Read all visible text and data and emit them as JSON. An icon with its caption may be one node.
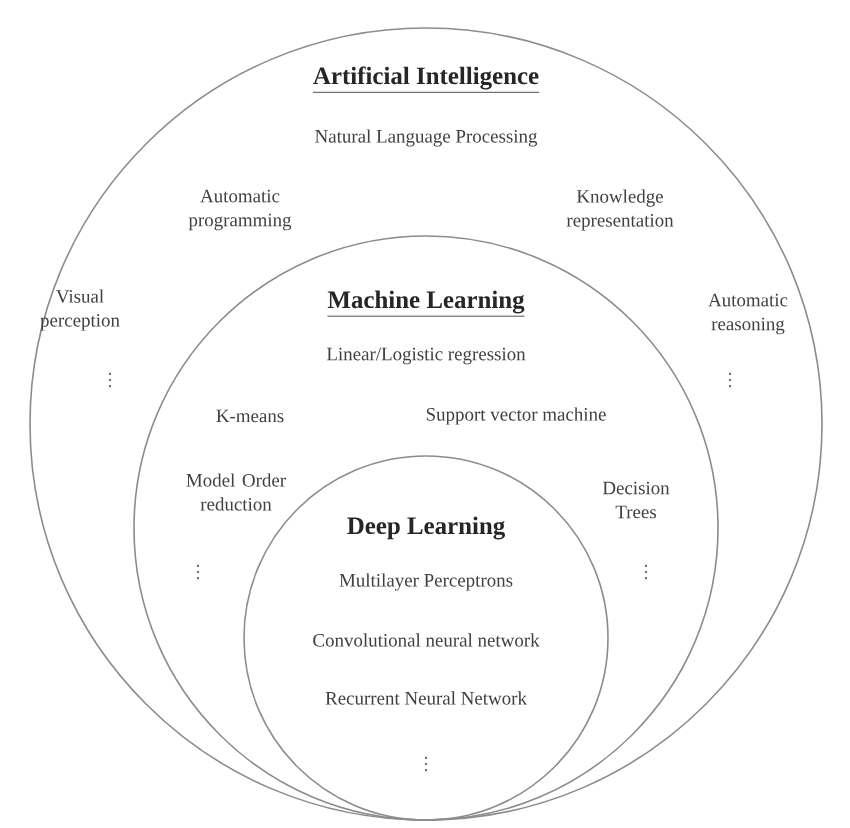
{
  "diagram": {
    "nodes": [
      {
        "text": [
          "Artificial Intelligence",
          "Natural Language Processing",
          "Automatic programming",
          "Knowledge representation",
          "Visual perception",
          "⋮",
          "Automatic reasoning",
          "⋮"
        ]
      },
      {
        "text": [
          "Machine Learning",
          "Linear/Logistic regression",
          "K-means",
          "Support vector machine",
          "Model Order reduction",
          "⋮",
          "Decision Trees",
          "⋮"
        ],
        "in": 0
      },
      {
        "text": [
          "Deep Learning",
          "Multilayer Perceptrons",
          "Convolutional neural network",
          "Recurrent Neural Network",
          "⋮"
        ],
        "in": 1
      }
    ]
  }
}
